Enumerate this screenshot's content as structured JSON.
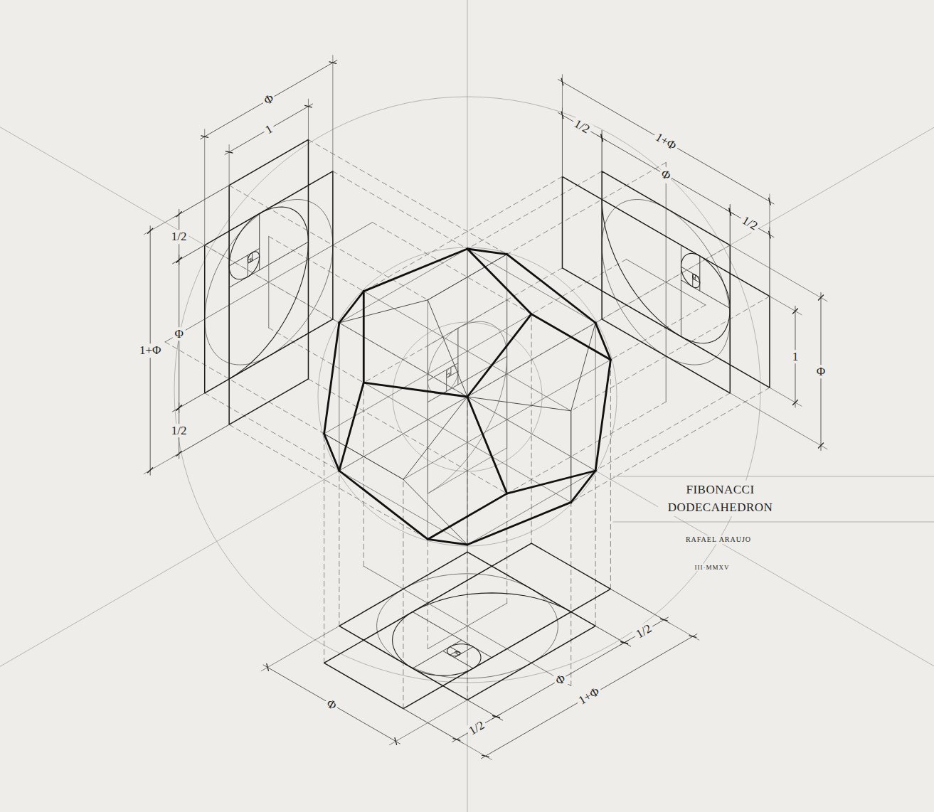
{
  "diagram": {
    "title": "FIBONACCI DODECAHEDRON",
    "labels": [
      "Φ",
      "1",
      "1/2",
      "1+Φ",
      "Φ",
      "1/2",
      "1/2",
      "1+Φ",
      "Φ",
      "1/2",
      "1",
      "Φ",
      "Φ",
      "1/2",
      "Φ",
      "1+Φ",
      "1/2",
      "RAFAEL ARAUJO",
      "III·MMXV"
    ]
  }
}
